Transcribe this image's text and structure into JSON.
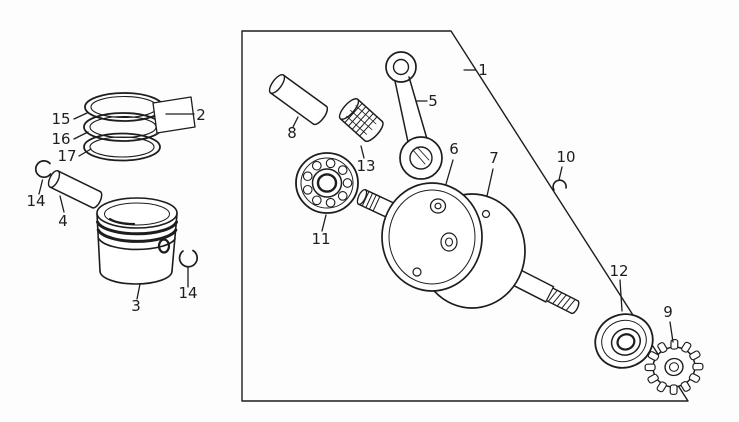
{
  "colors": {
    "background": "#fdfdfd",
    "ink": "#1d1d1d"
  },
  "callouts": {
    "assembly_box": "1",
    "ring_set": "2",
    "piston": "3",
    "piston_pin": "4",
    "connecting_rod": "5",
    "flywheel_left": "6",
    "flywheel_right": "7",
    "crank_pin": "8",
    "gear": "9",
    "key": "10",
    "main_bearing": "11",
    "output_bearing": "12",
    "needle_bearing": "13",
    "clip_left": "14",
    "clip_right": "14",
    "ring_top": "15",
    "ring_middle": "16",
    "ring_oil": "17"
  }
}
